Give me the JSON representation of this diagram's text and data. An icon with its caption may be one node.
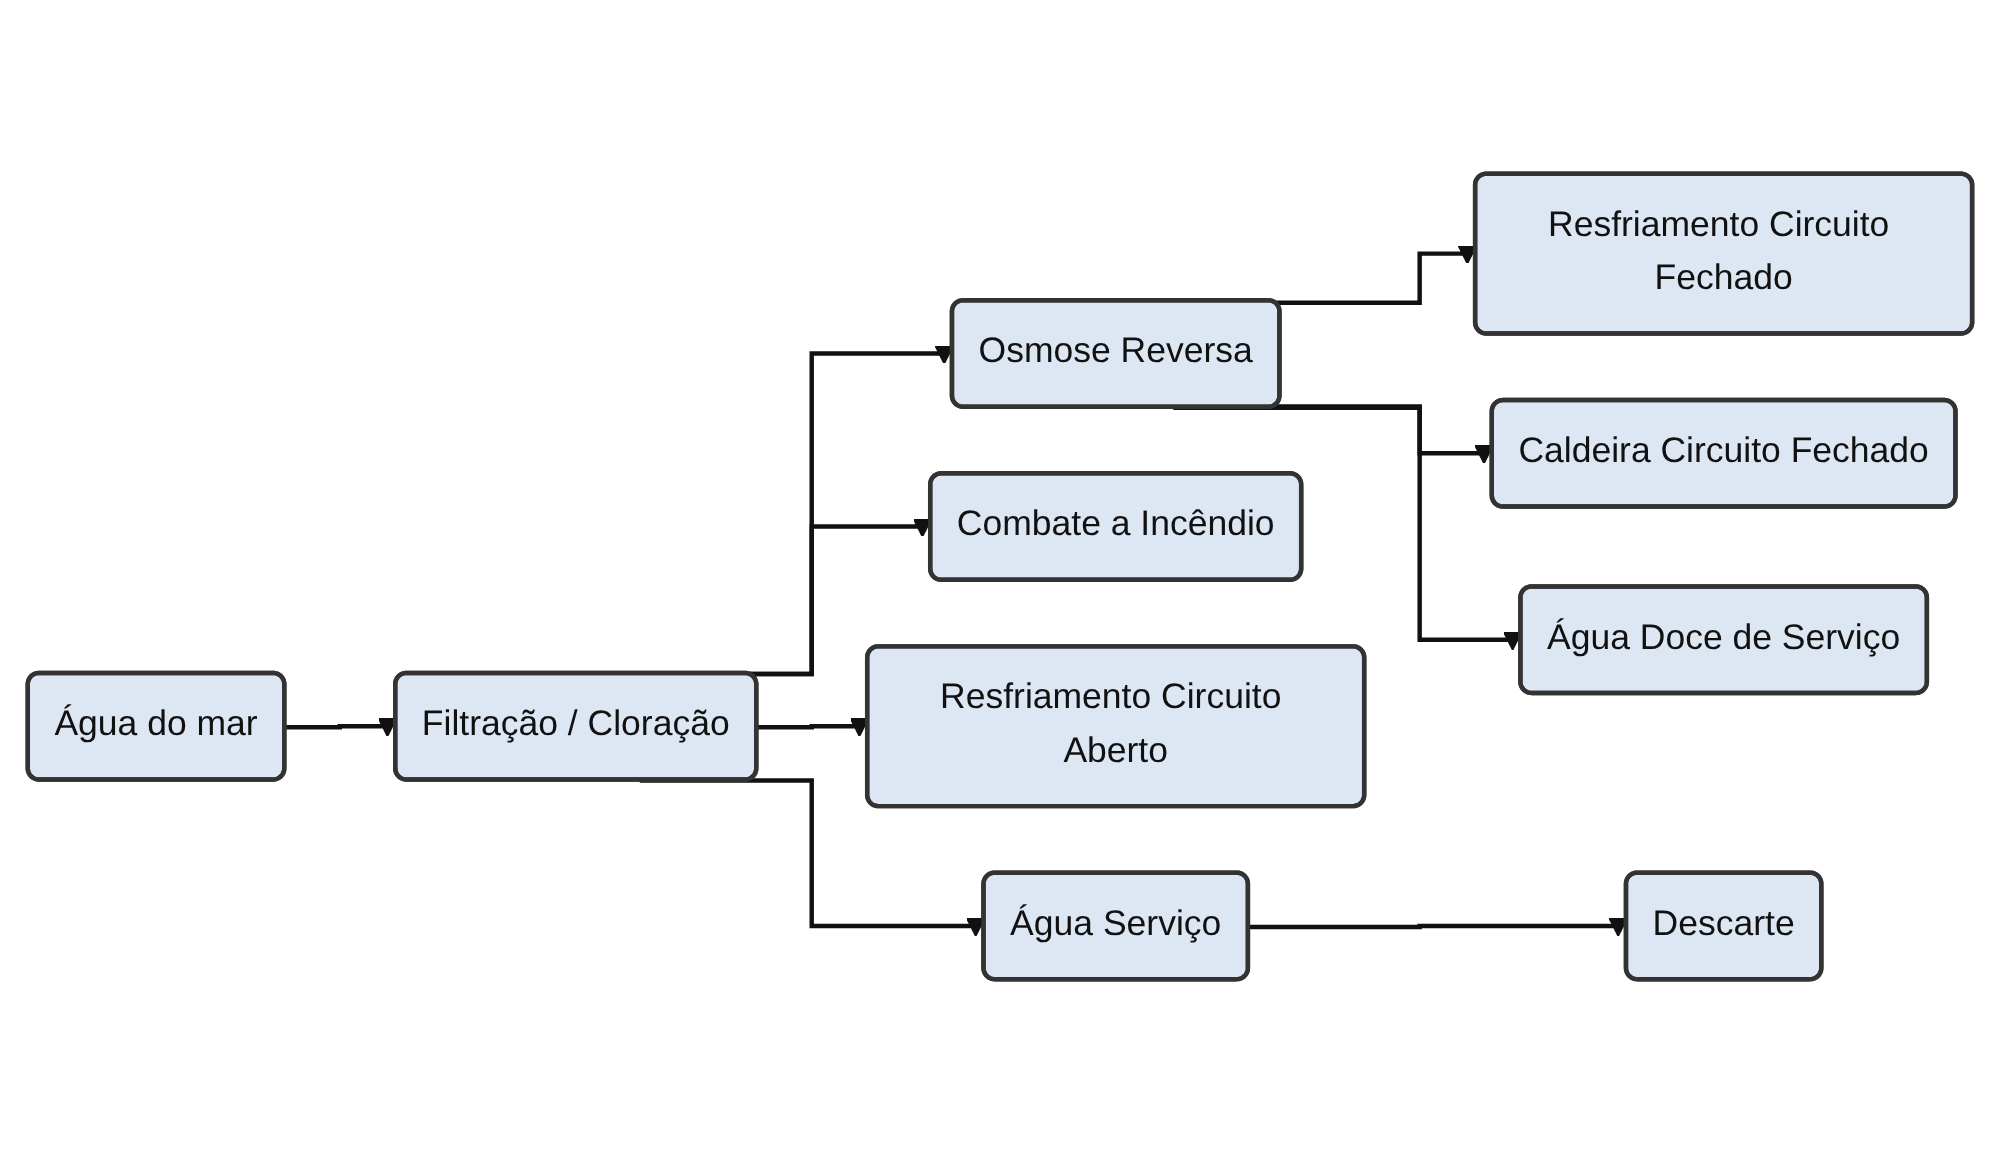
{
  "diagram": {
    "nodes": [
      {
        "text": [
          "Água do mar"
        ]
      },
      {
        "text": [
          "Filtração / Cloração"
        ]
      },
      {
        "text": [
          "Osmose Reversa"
        ]
      },
      {
        "text": [
          "Resfriamento Circuito Fechado"
        ]
      },
      {
        "text": [
          "Combate a Incêndio"
        ]
      },
      {
        "text": [
          "Caldeira Circuito Fechado"
        ]
      },
      {
        "text": [
          "Resfriamento Circuito Aberto"
        ]
      },
      {
        "text": [
          "Água Doce de Serviço"
        ]
      },
      {
        "text": [
          "Água Serviço"
        ]
      },
      {
        "text": [
          "Descarte"
        ]
      }
    ],
    "edges": [
      {
        "from": 0,
        "to": 1,
        "arrow": "to"
      },
      {
        "from": 1,
        "to": 2,
        "arrow": "to"
      },
      {
        "from": 1,
        "to": 4,
        "arrow": "to"
      },
      {
        "from": 1,
        "to": 6,
        "arrow": "to"
      },
      {
        "from": 1,
        "to": 8,
        "arrow": "to"
      },
      {
        "from": 2,
        "to": 3,
        "arrow": "to"
      },
      {
        "from": 2,
        "to": 5,
        "arrow": "to"
      },
      {
        "from": 2,
        "to": 7,
        "arrow": "to"
      },
      {
        "from": 8,
        "to": 9,
        "arrow": "to"
      }
    ]
  }
}
